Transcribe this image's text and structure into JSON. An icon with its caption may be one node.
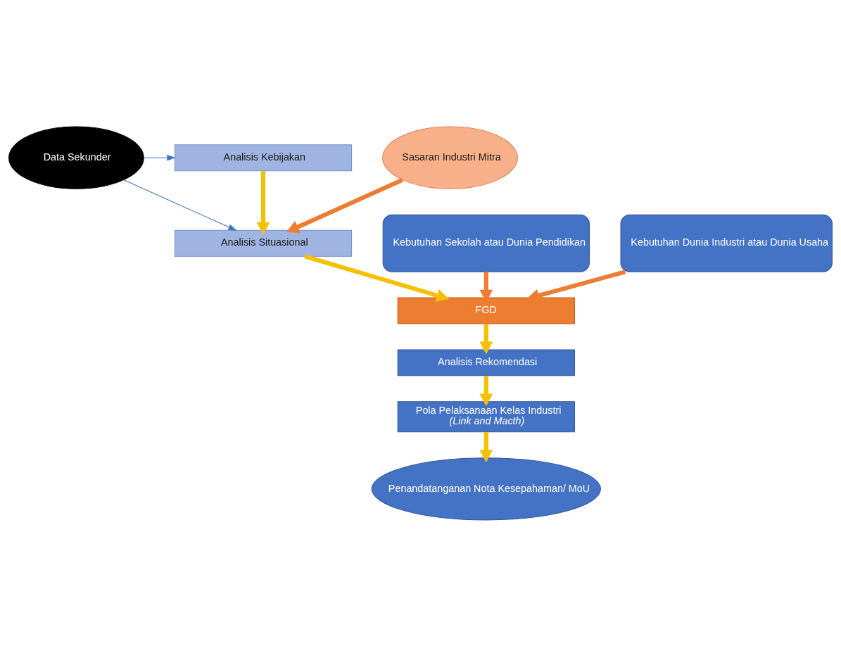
{
  "diagram": {
    "nodes": [
      {
        "text": [
          "Data Sekunder"
        ]
      },
      {
        "text": [
          "Analisis Kebijakan"
        ]
      },
      {
        "text": [
          "Analisis Situasional"
        ]
      },
      {
        "text": [
          "Sasaran Industri Mitra"
        ]
      },
      {
        "text": [
          "Kebutuhan Sekolah atau Dunia Pendidikan"
        ]
      },
      {
        "text": [
          "FGD"
        ]
      },
      {
        "text": [
          "Kebutuhan Dunia Industri atau Dunia Usaha"
        ]
      },
      {
        "text": [
          "Analisis Rekomendasi"
        ]
      },
      {
        "text": [
          "Pola Pelaksanaan Kelas Industri",
          "(Link and Macth)"
        ]
      },
      {
        "text": [
          "Penandatanganan Nota Kesepahaman/ MoU"
        ]
      }
    ],
    "edges": [
      {
        "from": 0,
        "to": 1,
        "arrow": "to",
        "color": "#4472c4"
      },
      {
        "from": 0,
        "to": 2,
        "arrow": "to",
        "color": "#4472c4"
      },
      {
        "from": 1,
        "to": 2,
        "arrow": "to"
      },
      {
        "from": 3,
        "to": 2,
        "arrow": "to",
        "color": "#ed7d31"
      },
      {
        "from": 2,
        "to": 5,
        "arrow": "to"
      },
      {
        "from": 4,
        "to": 5,
        "arrow": "to",
        "color": "#ed7d31"
      },
      {
        "from": 6,
        "to": 5,
        "arrow": "to",
        "color": "#ed7d31"
      },
      {
        "from": 5,
        "to": 7,
        "arrow": "to"
      },
      {
        "from": 7,
        "to": 8,
        "arrow": "to"
      },
      {
        "from": 8,
        "to": 9,
        "arrow": "to"
      }
    ]
  }
}
